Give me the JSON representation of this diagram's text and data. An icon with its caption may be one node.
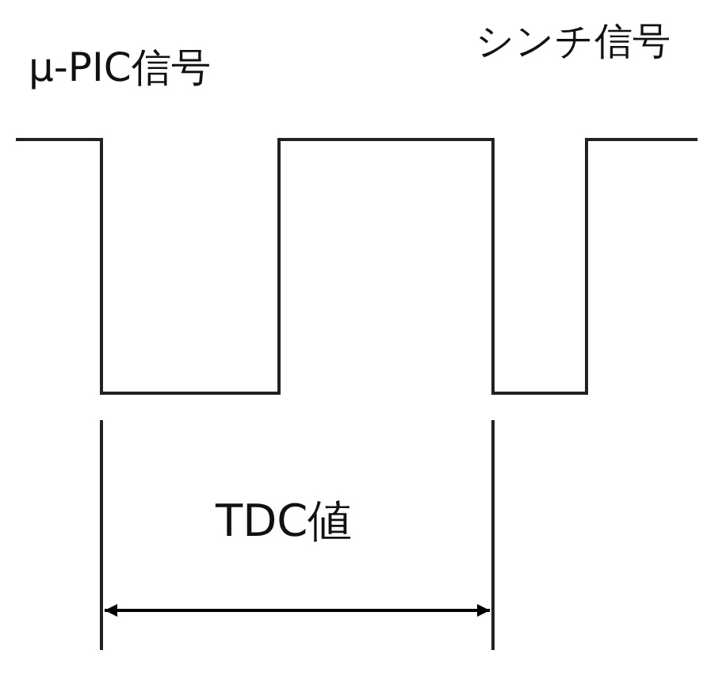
{
  "diagram": {
    "labels": [
      "μ-PIC信号",
      "シンチ信号",
      "TDC値"
    ]
  }
}
